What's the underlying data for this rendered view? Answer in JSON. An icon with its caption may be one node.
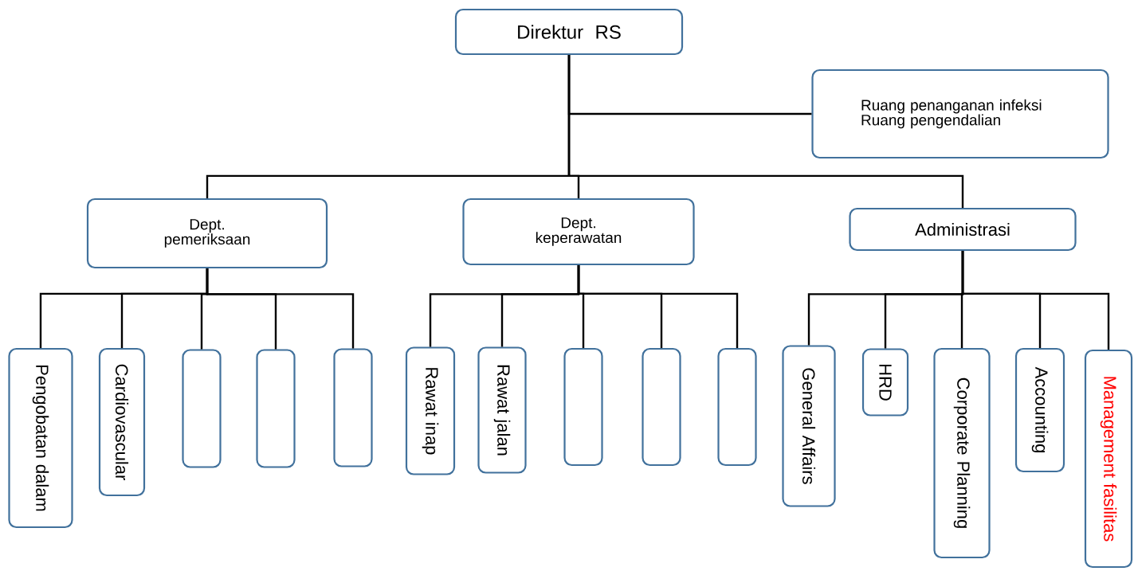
{
  "diagram": {
    "nodes": [
      {
        "text": [
          "Direktur RS"
        ]
      },
      {
        "text": [
          "Ruang penanganan infeksi",
          "Ruang pengendalian"
        ]
      },
      {
        "text": [
          "Dept. pemeriksaan"
        ]
      },
      {
        "text": [
          "Dept. keperawatan"
        ]
      },
      {
        "text": [
          "Administrasi"
        ]
      },
      {
        "text": [
          "Pengobatan dalam"
        ]
      },
      {
        "text": [
          "Cardiovascular"
        ]
      },
      {
        "text": [],
        "shape": "box"
      },
      {
        "text": [],
        "shape": "box"
      },
      {
        "text": [],
        "shape": "box"
      },
      {
        "text": [
          "Rawat inap"
        ]
      },
      {
        "text": [
          "Rawat jalan"
        ]
      },
      {
        "text": [],
        "shape": "box"
      },
      {
        "text": [],
        "shape": "box"
      },
      {
        "text": [],
        "shape": "box"
      },
      {
        "text": [
          "General Affairs"
        ]
      },
      {
        "text": [
          "HRD"
        ]
      },
      {
        "text": [
          "Corporate Planning"
        ]
      },
      {
        "text": [
          "Accounting"
        ]
      },
      {
        "text": [
          "Management fasilitas"
        ]
      }
    ],
    "edges": [
      {
        "from": 0,
        "to": 1,
        "arrow": "none"
      },
      {
        "from": 0,
        "to": 2,
        "arrow": "none"
      },
      {
        "from": 0,
        "to": 3,
        "arrow": "none"
      },
      {
        "from": 0,
        "to": 4,
        "arrow": "none"
      },
      {
        "from": 2,
        "to": 5,
        "arrow": "none"
      },
      {
        "from": 2,
        "to": 6,
        "arrow": "none"
      },
      {
        "from": 2,
        "to": 7,
        "arrow": "none"
      },
      {
        "from": 2,
        "to": 8,
        "arrow": "none"
      },
      {
        "from": 2,
        "to": 9,
        "arrow": "none"
      },
      {
        "from": 3,
        "to": 10,
        "arrow": "none"
      },
      {
        "from": 3,
        "to": 11,
        "arrow": "none"
      },
      {
        "from": 3,
        "to": 12,
        "arrow": "none"
      },
      {
        "from": 3,
        "to": 13,
        "arrow": "none"
      },
      {
        "from": 3,
        "to": 14,
        "arrow": "none"
      },
      {
        "from": 4,
        "to": 15,
        "arrow": "none"
      },
      {
        "from": 4,
        "to": 16,
        "arrow": "none"
      },
      {
        "from": 4,
        "to": 17,
        "arrow": "none"
      },
      {
        "from": 4,
        "to": 18,
        "arrow": "none"
      },
      {
        "from": 4,
        "to": 19,
        "arrow": "none"
      }
    ]
  }
}
